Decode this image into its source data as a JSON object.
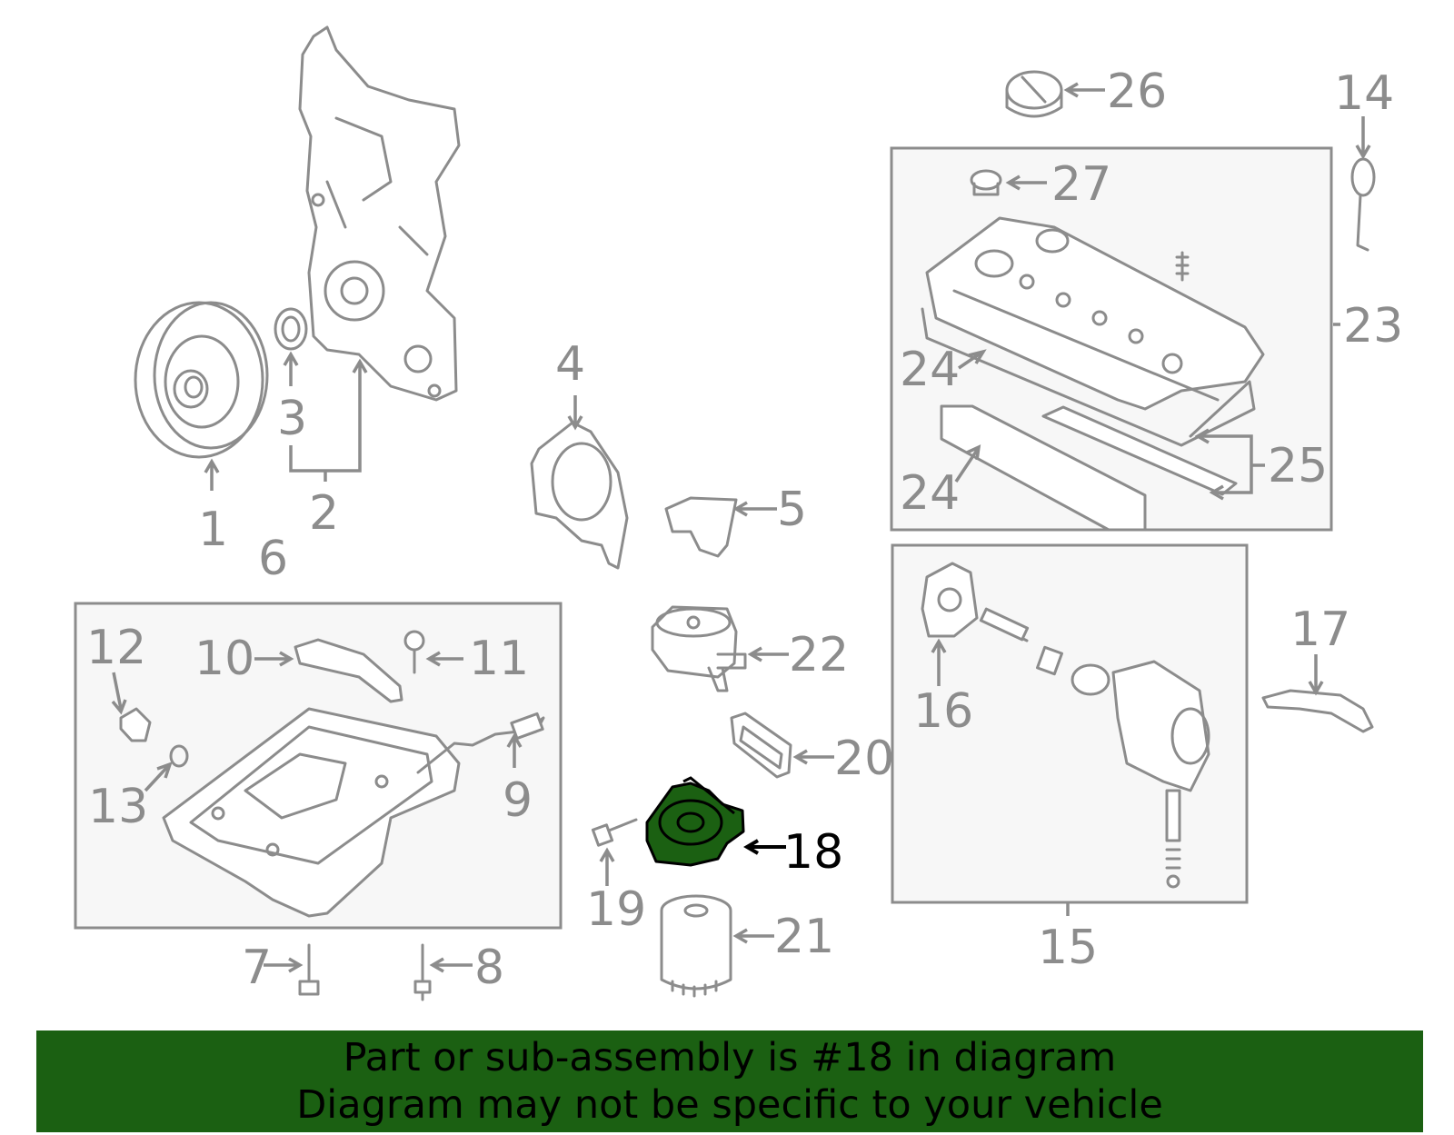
{
  "diagram": {
    "highlight_color": "#1b6012",
    "callouts": {
      "c1": "1",
      "c2": "2",
      "c3": "3",
      "c4": "4",
      "c5": "5",
      "c6": "6",
      "c7": "7",
      "c8": "8",
      "c9": "9",
      "c10": "10",
      "c11": "11",
      "c12": "12",
      "c13": "13",
      "c14": "14",
      "c15": "15",
      "c16": "16",
      "c17": "17",
      "c18": "18",
      "c19": "19",
      "c20": "20",
      "c21": "21",
      "c22": "22",
      "c23": "23",
      "c24a": "24",
      "c24b": "24",
      "c25": "25",
      "c26": "26",
      "c27": "27"
    },
    "highlighted_part": "18"
  },
  "banner": {
    "line1": "Part or sub-assembly is #18 in diagram",
    "line2": "Diagram may not be specific to your vehicle"
  }
}
